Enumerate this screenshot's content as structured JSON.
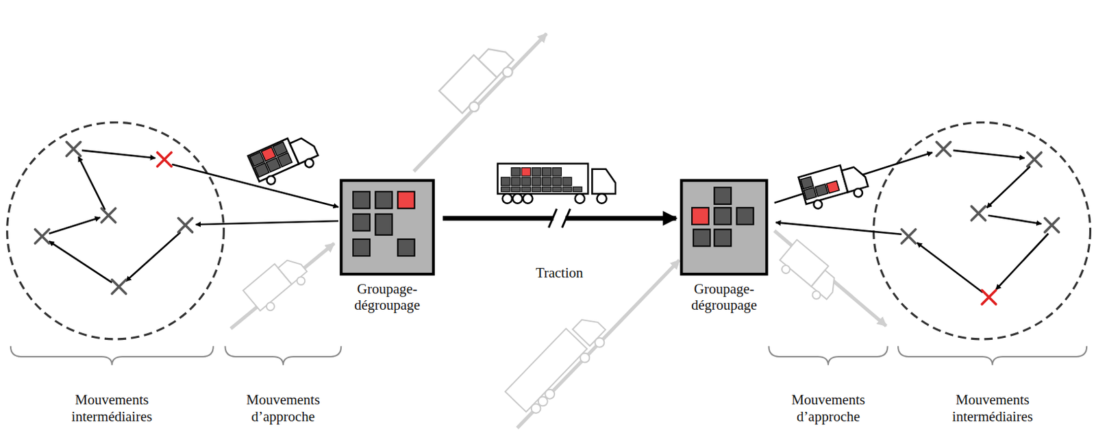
{
  "diagram": {
    "nodes": [
      {
        "text": [
          "Groupage- dégroupage"
        ]
      },
      {
        "text": [
          "Groupage- dégroupage"
        ]
      }
    ],
    "edges": [
      {
        "from": 0,
        "to": 1,
        "arrow": "to",
        "label": "Traction"
      }
    ],
    "labels": [
      "Mouvements intermédiaires",
      "Mouvements d’approche",
      "Mouvements d’approche",
      "Mouvements intermédiaires"
    ]
  }
}
